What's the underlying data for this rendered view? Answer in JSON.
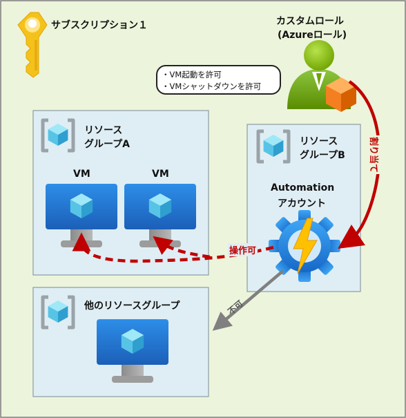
{
  "subscription": {
    "label": "サブスクリプション１"
  },
  "role": {
    "title_line1": "カスタムロール",
    "title_line2": "(Azureロール)",
    "permissions": [
      "・VM起動を許可",
      "・VMシャットダウンを許可"
    ]
  },
  "resource_group_a": {
    "label_line1": "リソース",
    "label_line2": "グループA",
    "vms": [
      "VM",
      "VM"
    ]
  },
  "resource_group_b": {
    "label_line1": "リソース",
    "label_line2": "グループB",
    "automation_line1": "Automation",
    "automation_line2": "アカウント"
  },
  "other_group": {
    "label": "他のリソースグループ"
  },
  "arrows": {
    "assign": "割り当て",
    "allowed": "操作可",
    "denied": "不可"
  },
  "colors": {
    "background": "#ecf4db",
    "group_fill": "#dfeef4",
    "group_border": "#8a9ba3",
    "arrow_red": "#c00000",
    "arrow_gray": "#808080",
    "vm_blue": "#2f7fd3",
    "key_yellow": "#f5c21b",
    "user_green": "#7fba00",
    "cube_orange": "#f47f20",
    "gear_blue": "#1e88e5",
    "bolt_yellow": "#ffc000"
  }
}
